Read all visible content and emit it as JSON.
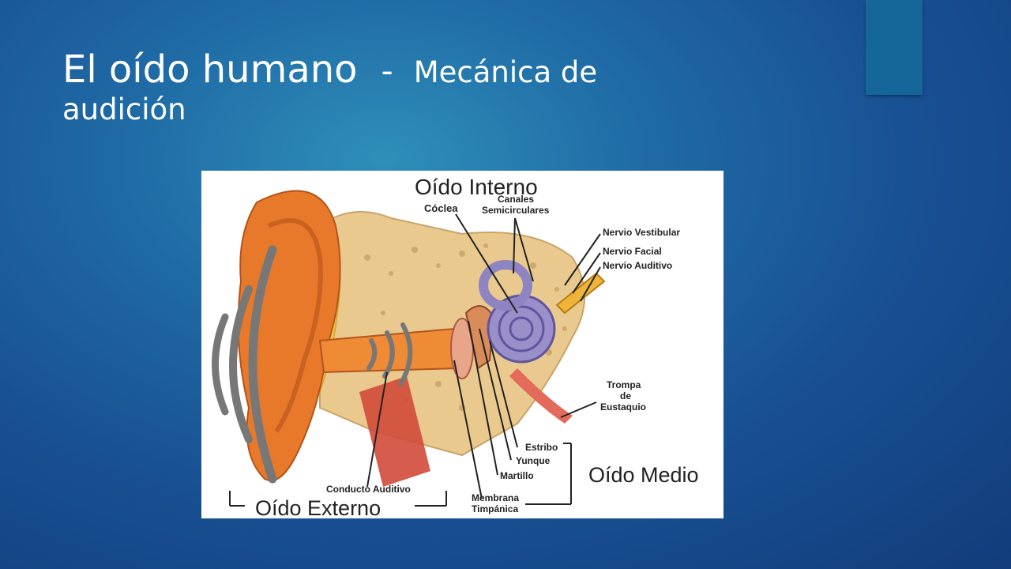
{
  "slide": {
    "title_main": "El oído humano",
    "title_dash": "-",
    "title_sub_line1": "Mecánica de",
    "title_sub_line2": "audición"
  },
  "diagram": {
    "inner_ear": "Oído Interno",
    "middle_ear": "Oído Medio",
    "outer_ear": "Oído Externo",
    "labels": {
      "coclea": "Cóclea",
      "canales_1": "Canales",
      "canales_2": "Semicirculares",
      "nervio_vestibular": "Nervio Vestibular",
      "nervio_facial": "Nervio Facial",
      "nervio_auditivo": "Nervio Auditivo",
      "trompa_1": "Trompa",
      "trompa_2": "de",
      "trompa_3": "Eustaquio",
      "estribo": "Estribo",
      "yunque": "Yunque",
      "martillo": "Martillo",
      "membrana_1": "Membrana",
      "membrana_2": "Timpánica",
      "conducto": "Conducto Auditivo"
    },
    "colors": {
      "skin": "#e8792a",
      "bone": "#e9c98d",
      "cochlea": "#9a8fc8",
      "nerve": "#f0b43a",
      "sound_wave": "#777777"
    }
  }
}
